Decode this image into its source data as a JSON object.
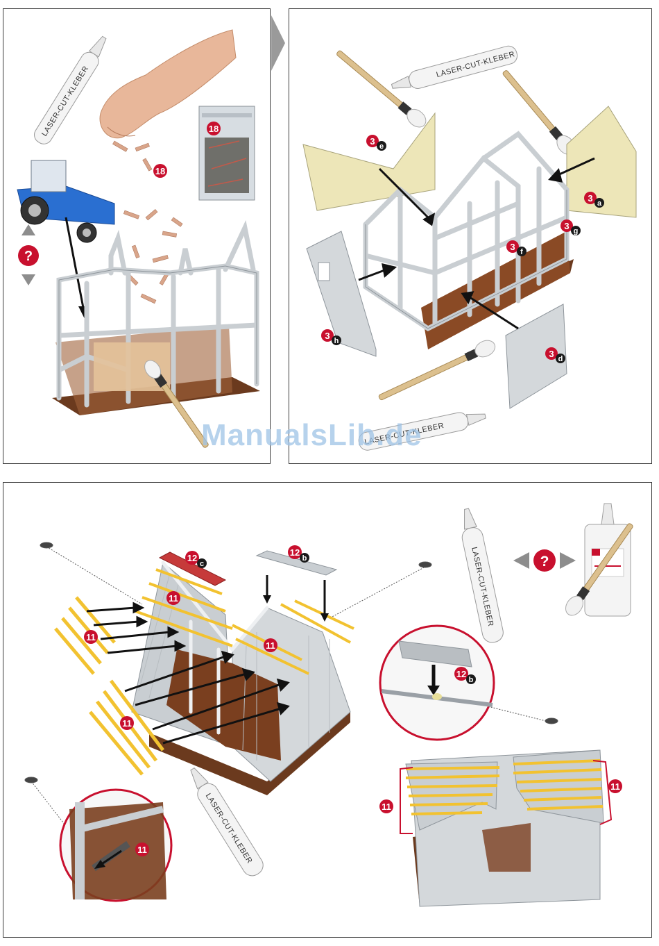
{
  "glue_label": "LASER-CUT-KLEBER",
  "watermark": "ManualsLib.de",
  "panel1": {
    "badges": [
      "18",
      "18"
    ]
  },
  "panel2": {
    "badges": [
      {
        "num": "3",
        "letter": "e"
      },
      {
        "num": "3",
        "letter": "a"
      },
      {
        "num": "3",
        "letter": "g"
      },
      {
        "num": "3",
        "letter": "f"
      },
      {
        "num": "3",
        "letter": "h"
      },
      {
        "num": "3",
        "letter": "d"
      }
    ]
  },
  "panel3": {
    "badges": [
      {
        "num": "12",
        "letter": "c"
      },
      {
        "num": "12",
        "letter": "b"
      },
      {
        "num": "11",
        "letter": ""
      },
      {
        "num": "11",
        "letter": ""
      },
      {
        "num": "11",
        "letter": ""
      },
      {
        "num": "11",
        "letter": ""
      },
      {
        "num": "12",
        "letter": "b"
      },
      {
        "num": "11",
        "letter": ""
      },
      {
        "num": "11",
        "letter": ""
      },
      {
        "num": "11",
        "letter": ""
      }
    ]
  },
  "colors": {
    "badge_red": "#c8102e",
    "badge_black": "#1a1a1a",
    "frame_grey": "#c9ced2",
    "floor_brown": "#6b3a1e",
    "rafter_yellow": "#f2c230",
    "tractor_blue": "#2a6fd1"
  },
  "icons": [
    "question-icon",
    "glue-tube-icon",
    "brush-icon",
    "hand-icon",
    "bag-icon",
    "tractor-icon",
    "arrow-icon",
    "nail-icon",
    "glue-bottle-icon"
  ]
}
